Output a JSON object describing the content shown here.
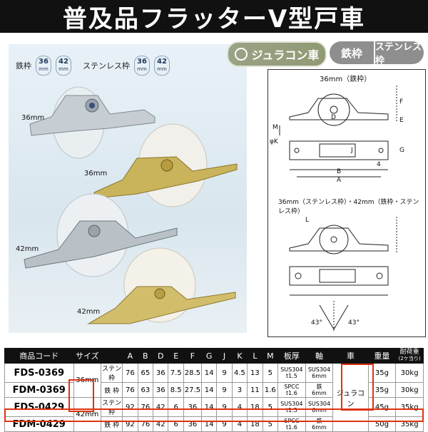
{
  "title": "普及品フラッターV型戸車",
  "badges": {
    "car_label": "ジュラコン車",
    "frame_iron": "鉄枠",
    "frame_stainless": "ステンレス枠"
  },
  "size_legend": {
    "iron_label": "鉄枠",
    "stainless_label": "ステンレス枠",
    "size_36": "36",
    "size_42": "42",
    "unit": "mm"
  },
  "photo_labels": {
    "p1": "36mm",
    "p2": "36mm",
    "p3": "42mm",
    "p4": "42mm"
  },
  "diagram": {
    "caption_top": "36mm（鉄枠）",
    "caption_bottom": "36mm（ステンレス枠）・42mm（鉄枠・ステンレス枠）",
    "labels": [
      "F",
      "M",
      "D",
      "E",
      "φK",
      "J",
      "G",
      "4",
      "B",
      "A",
      "L",
      "43°",
      "43°"
    ]
  },
  "table": {
    "headers": [
      "商品コード",
      "サイズ",
      "A",
      "B",
      "D",
      "E",
      "F",
      "G",
      "J",
      "K",
      "L",
      "M",
      "板厚",
      "軸",
      "車",
      "重量",
      "耐荷重"
    ],
    "load_sub": "(2ケ当り)",
    "car_value": "ジュラコン",
    "rows": [
      {
        "code": "FDS-0369",
        "frame": "ステン枠",
        "A": "76",
        "B": "65",
        "D": "36",
        "E": "7.5",
        "F": "28.5",
        "G": "14",
        "J": "9",
        "K": "4.5",
        "L": "13",
        "M": "5",
        "plate1": "SUS304",
        "plate2": "t1.5",
        "axis1": "SUS304",
        "axis2": "6mm",
        "weight": "35g",
        "load": "30kg"
      },
      {
        "code": "FDM-0369",
        "frame": "鉄 枠",
        "A": "76",
        "B": "63",
        "D": "36",
        "E": "8.5",
        "F": "27.5",
        "G": "14",
        "J": "9",
        "K": "3",
        "L": "11",
        "M": "1.6",
        "plate1": "SPCC",
        "plate2": "t1.6",
        "axis1": "鉄",
        "axis2": "6mm",
        "weight": "35g",
        "load": "30kg"
      },
      {
        "code": "FDS-0429",
        "frame": "ステン枠",
        "A": "92",
        "B": "76",
        "D": "42",
        "E": "6",
        "F": "36",
        "G": "14",
        "J": "9",
        "K": "4",
        "L": "18",
        "M": "5",
        "plate1": "SUS304",
        "plate2": "t1.5",
        "axis1": "SUS304",
        "axis2": "6mm",
        "weight": "45g",
        "load": "35kg"
      },
      {
        "code": "FDM-0429",
        "frame": "鉄 枠",
        "A": "92",
        "B": "76",
        "D": "42",
        "E": "6",
        "F": "36",
        "G": "14",
        "J": "9",
        "K": "4",
        "L": "18",
        "M": "5",
        "plate1": "SPCC",
        "plate2": "t1.6",
        "axis1": "鉄",
        "axis2": "6mm",
        "weight": "50g",
        "load": "35kg"
      }
    ],
    "size_36": "36mm",
    "size_42": "42mm"
  }
}
